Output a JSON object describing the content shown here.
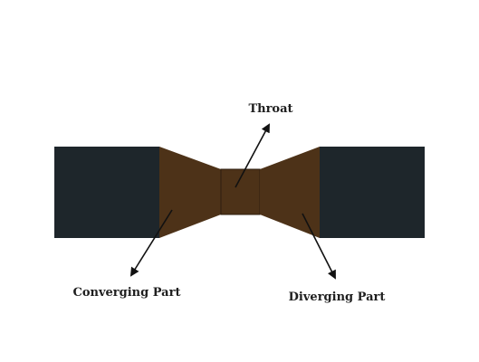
{
  "labels": {
    "throat": "Throat",
    "converging": "Converging Part",
    "diverging": "Diverging Part"
  },
  "colors": {
    "pipe": "#1e262b",
    "nozzle": "#4d3218",
    "edge": "#2e1e0f",
    "arrow": "#111111",
    "text": "#1f1f1f",
    "background": "#ffffff"
  }
}
